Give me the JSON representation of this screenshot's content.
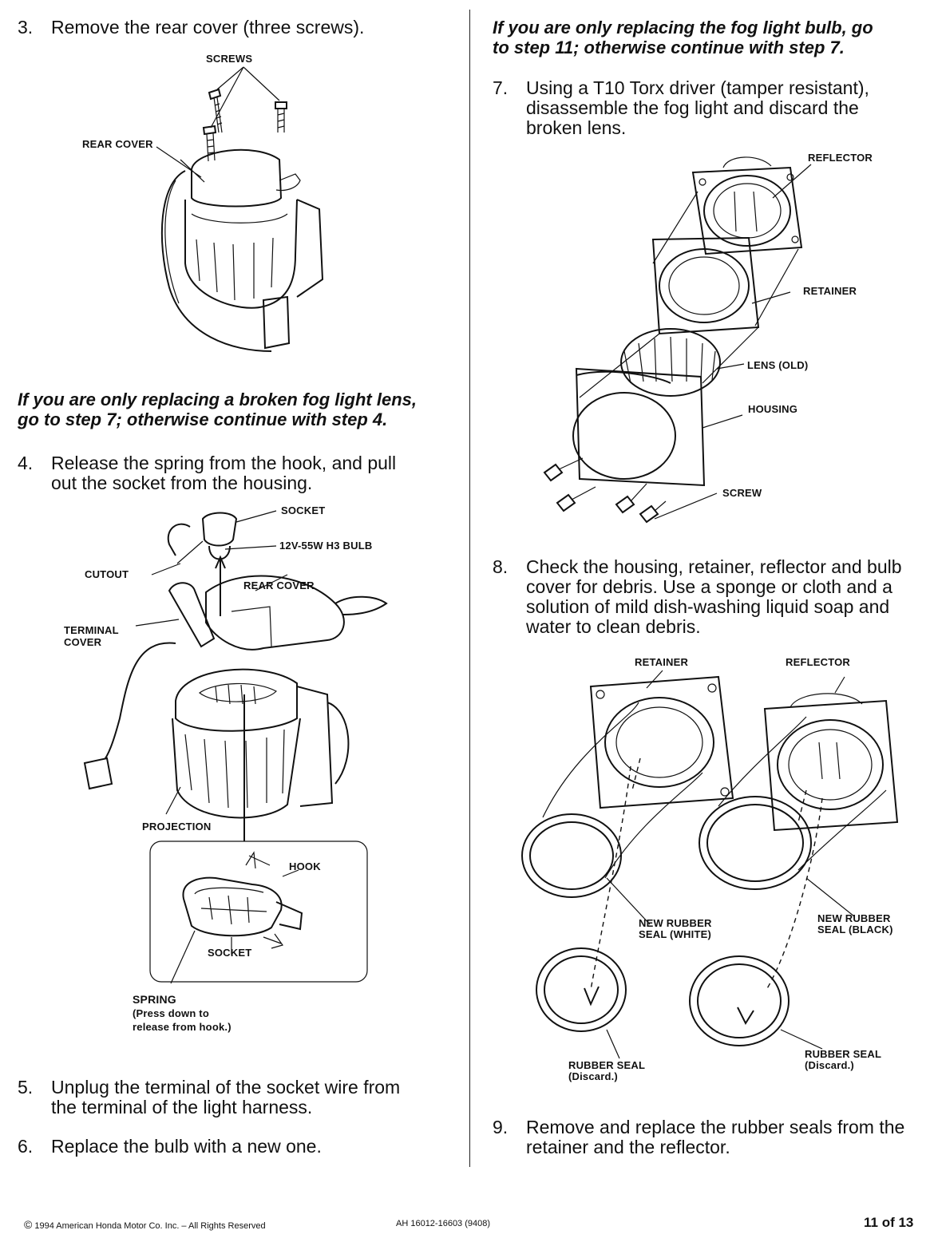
{
  "steps": {
    "s3": {
      "num": "3.",
      "line1": "Remove the rear cover (three screws)."
    },
    "note_left": {
      "line1": "If you are only replacing a broken fog light lens,",
      "line2": "go to step 7; otherwise continue with step 4."
    },
    "s4": {
      "num": "4.",
      "line1": "Release the spring from the hook, and pull",
      "line2": "out the socket from the housing."
    },
    "s5": {
      "num": "5.",
      "line1": "Unplug the terminal of the socket wire from",
      "line2": "the terminal of the light harness."
    },
    "s6": {
      "num": "6.",
      "line1": "Replace the bulb with a new one."
    },
    "note_right": {
      "line1": "If you are only replacing the fog light bulb, go",
      "line2": "to step 11; otherwise continue with step 7."
    },
    "s7": {
      "num": "7.",
      "line1": "Using a T10 Torx driver (tamper resistant),",
      "line2": "disassemble the fog light and discard the",
      "line3": "broken lens."
    },
    "s8": {
      "num": "8.",
      "line1": "Check the housing, retainer, reflector and bulb",
      "line2": "cover for debris. Use a sponge or cloth and a",
      "line3": "solution of mild dish-washing liquid soap and",
      "line4": "water to clean debris."
    },
    "s9": {
      "num": "9.",
      "line1": "Remove and replace the rubber seals from the",
      "line2": "retainer and the reflector."
    }
  },
  "labels": {
    "fig1": {
      "screws": "SCREWS",
      "rear_cover": "REAR COVER"
    },
    "fig2": {
      "socket": "SOCKET",
      "bulb": "12V-55W H3 BULB",
      "cutout": "CUTOUT",
      "rear_cover": "REAR COVER",
      "terminal_cover_1": "TERMINAL",
      "terminal_cover_2": "COVER",
      "projection": "PROJECTION",
      "hook": "HOOK",
      "socket_inset": "SOCKET",
      "spring_1": "SPRING",
      "spring_2": "(Press down to",
      "spring_3": "release from hook.)"
    },
    "fig3": {
      "reflector": "REFLECTOR",
      "retainer": "RETAINER",
      "lens_old": "LENS (OLD)",
      "housing": "HOUSING",
      "screw": "SCREW"
    },
    "fig4": {
      "retainer": "RETAINER",
      "reflector": "REFLECTOR",
      "new_seal_white_1": "NEW RUBBER",
      "new_seal_white_2": "SEAL (WHITE)",
      "new_seal_black_1": "NEW RUBBER",
      "new_seal_black_2": "SEAL (BLACK)",
      "rubber_seal_l_1": "RUBBER SEAL",
      "rubber_seal_l_2": "(Discard.)",
      "rubber_seal_r_1": "RUBBER SEAL",
      "rubber_seal_r_2": "(Discard.)"
    }
  },
  "footer": {
    "copyright": "1994 American Honda Motor Co. Inc. – All Rights Reserved",
    "part_number": "AH 16012-16603 (9408)",
    "page": "11 of 13"
  }
}
